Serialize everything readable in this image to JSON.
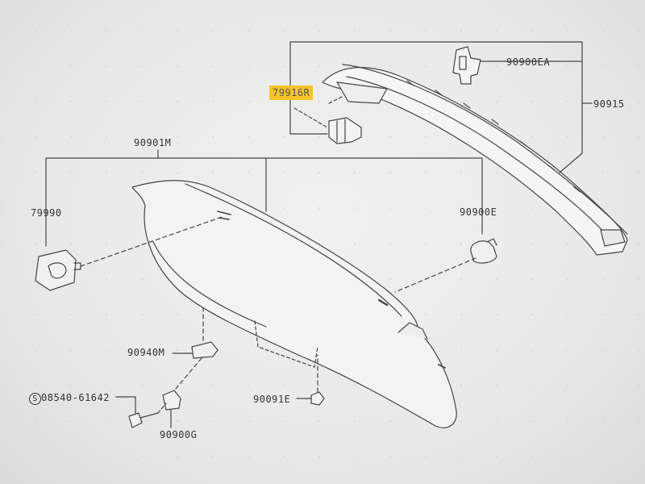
{
  "parts": {
    "clip_ea": "90900EA",
    "garnish_upper": "90915",
    "lamp_highlighted": "79916R",
    "assembly": "90901M",
    "stopper": "79990",
    "clip_e": "90900E",
    "bracket_m": "90940M",
    "screw": "08540-61642",
    "clip_g": "90900G",
    "clip_91e": "90091E"
  },
  "highlight_color": "#f6c32a"
}
